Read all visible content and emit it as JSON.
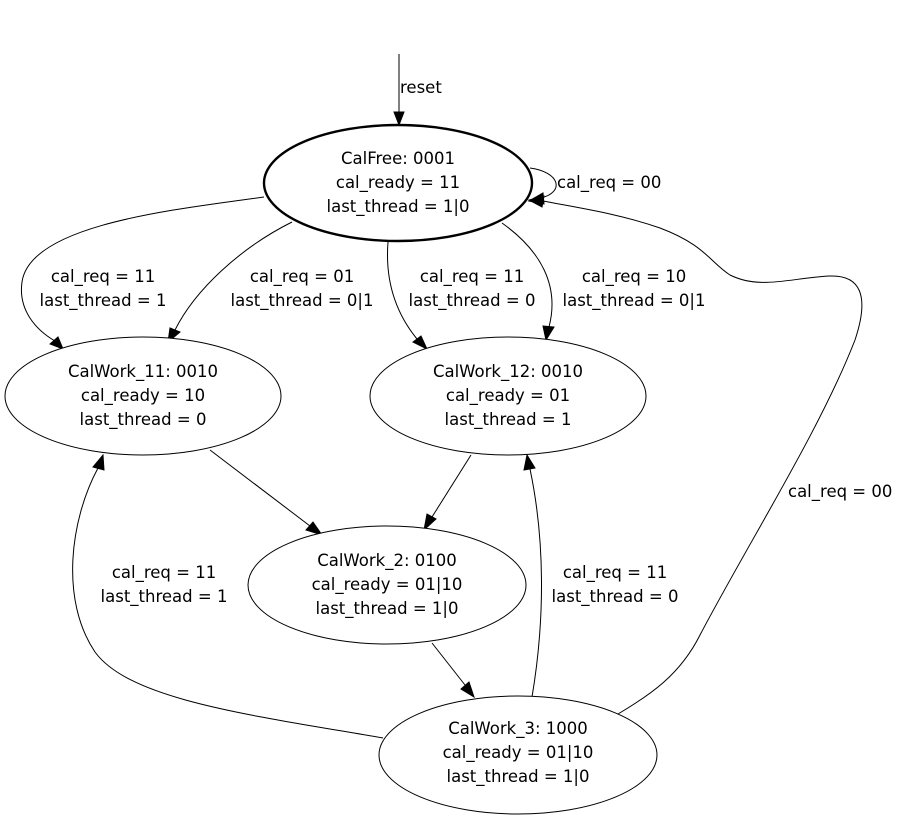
{
  "diagram": {
    "type": "state-machine",
    "initial_edge": {
      "label": "reset",
      "to": "CalFree"
    },
    "nodes": [
      {
        "id": "CalFree",
        "initial": true,
        "lines": [
          "CalFree: 0001",
          "cal_ready = 11",
          "last_thread = 1|0"
        ]
      },
      {
        "id": "CalWork_11",
        "initial": false,
        "lines": [
          "CalWork_11: 0010",
          "cal_ready = 10",
          "last_thread = 0"
        ]
      },
      {
        "id": "CalWork_12",
        "initial": false,
        "lines": [
          "CalWork_12: 0010",
          "cal_ready = 01",
          "last_thread = 1"
        ]
      },
      {
        "id": "CalWork_2",
        "initial": false,
        "lines": [
          "CalWork_2: 0100",
          "cal_ready = 01|10",
          "last_thread = 1|0"
        ]
      },
      {
        "id": "CalWork_3",
        "initial": false,
        "lines": [
          "CalWork_3: 1000",
          "cal_ready = 01|10",
          "last_thread = 1|0"
        ]
      }
    ],
    "edges": [
      {
        "from": "CalFree",
        "to": "CalFree",
        "lines": [
          "cal_req = 00"
        ]
      },
      {
        "from": "CalFree",
        "to": "CalWork_11",
        "lines": [
          "cal_req = 11",
          "last_thread = 1"
        ]
      },
      {
        "from": "CalFree",
        "to": "CalWork_11",
        "lines": [
          "cal_req = 01",
          "last_thread = 0|1"
        ]
      },
      {
        "from": "CalFree",
        "to": "CalWork_12",
        "lines": [
          "cal_req = 11",
          "last_thread = 0"
        ]
      },
      {
        "from": "CalFree",
        "to": "CalWork_12",
        "lines": [
          "cal_req = 10",
          "last_thread = 0|1"
        ]
      },
      {
        "from": "CalWork_11",
        "to": "CalWork_2",
        "lines": []
      },
      {
        "from": "CalWork_12",
        "to": "CalWork_2",
        "lines": []
      },
      {
        "from": "CalWork_2",
        "to": "CalWork_3",
        "lines": []
      },
      {
        "from": "CalWork_3",
        "to": "CalWork_11",
        "lines": [
          "cal_req = 11",
          "last_thread = 1"
        ]
      },
      {
        "from": "CalWork_3",
        "to": "CalWork_12",
        "lines": [
          "cal_req = 11",
          "last_thread = 0"
        ]
      },
      {
        "from": "CalWork_3",
        "to": "CalFree",
        "lines": [
          "cal_req = 00"
        ]
      }
    ]
  }
}
